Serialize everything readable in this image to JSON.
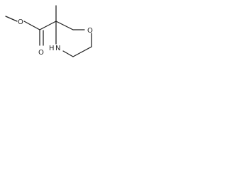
{
  "molecule": {
    "atoms": {
      "ring_oxygen": "O",
      "ester_oxygen": "O",
      "carbonyl_oxygen": "O",
      "ring_nitrogen": "N",
      "ring_nitrogen_hydrogen": "H"
    }
  },
  "colors": {
    "background": "#ffffff",
    "bond": "#1f1f1f",
    "label": "#1f1f1f"
  }
}
